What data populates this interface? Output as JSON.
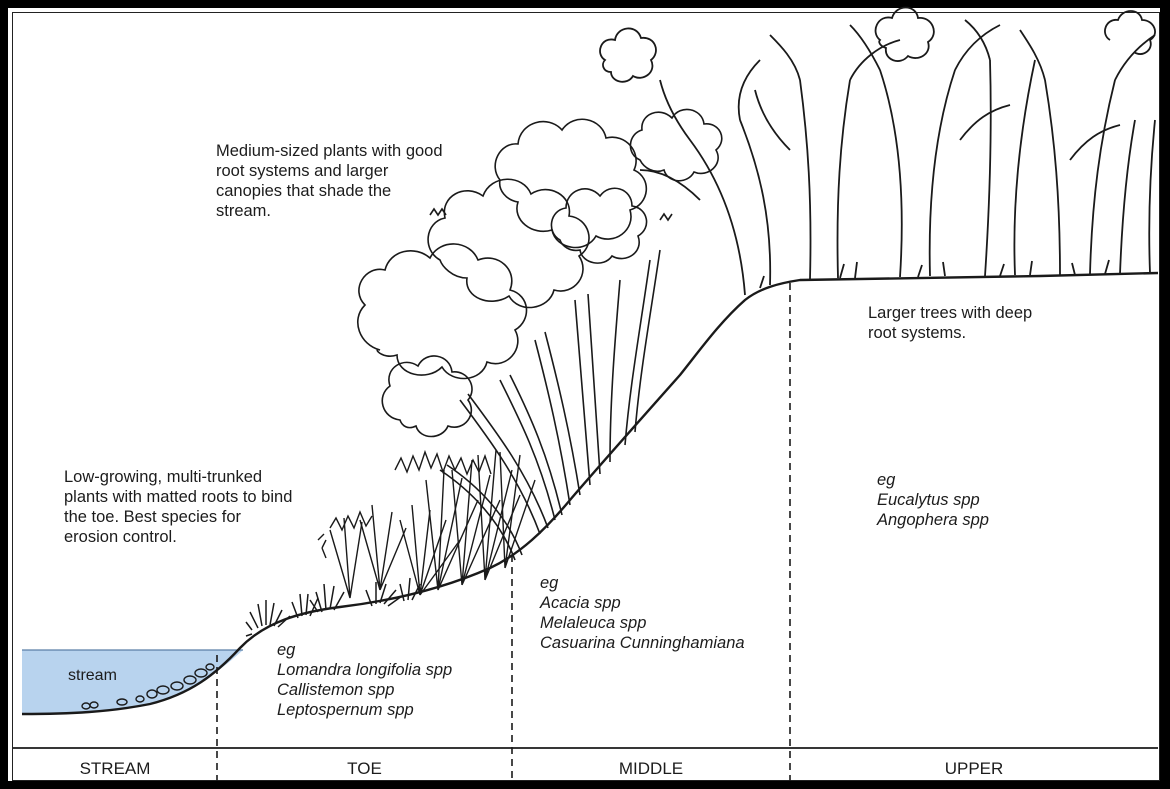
{
  "descriptions": {
    "middle": "Medium-sized plants with good\nroot systems and larger\ncanopies that shade the\nstream.",
    "upper": "Larger trees with deep\nroot systems.",
    "toe": "Low-growing, multi-trunked\nplants with matted roots to bind\nthe toe. Best species for\nerosion control."
  },
  "species": {
    "toe": [
      "eg",
      "Lomandra longifolia spp",
      "Callistemon spp",
      "Leptospernum spp"
    ],
    "middle": [
      "eg",
      "Acacia spp",
      "Melaleuca spp",
      "Casuarina Cunninghamiana"
    ],
    "upper": [
      "eg",
      "Eucalytus spp",
      "Angophera spp"
    ]
  },
  "stream_label": "stream",
  "zones": [
    "STREAM",
    "TOE",
    "MIDDLE",
    "UPPER"
  ],
  "colors": {
    "water": "#b8d3ee",
    "water_edge": "#5b7fa6",
    "ink": "#1a1a1a",
    "frame": "#000000"
  }
}
